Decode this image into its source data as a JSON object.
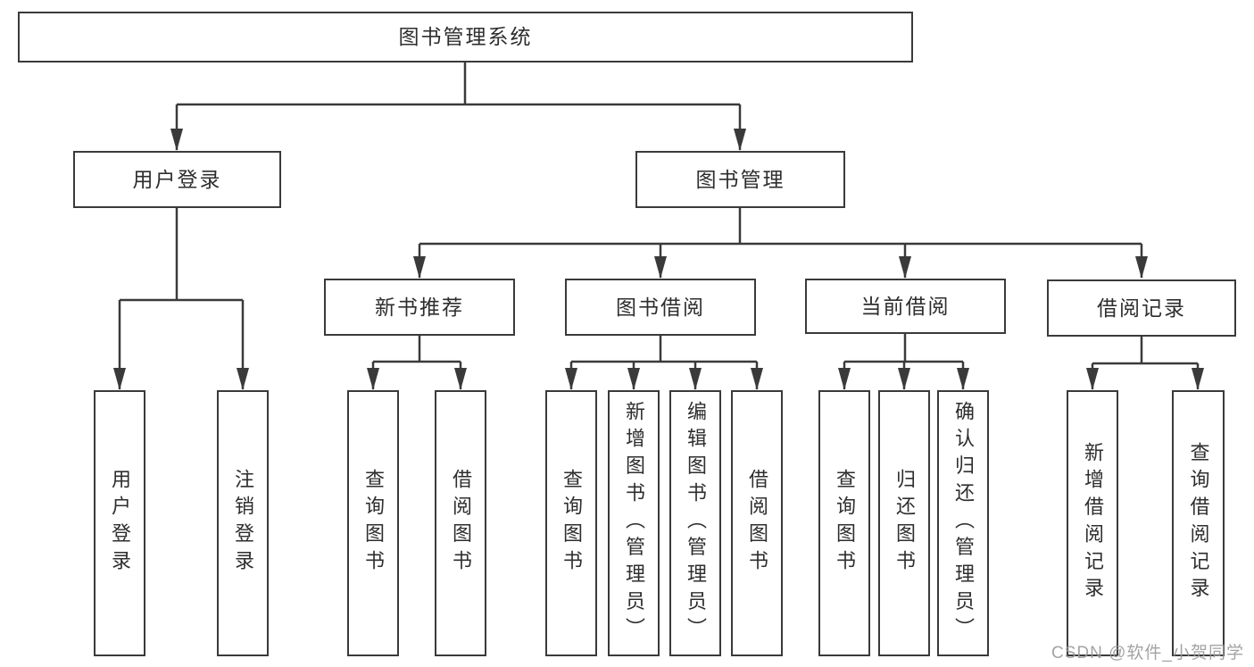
{
  "diagram": {
    "type": "hierarchy-tree",
    "tree": {
      "root": {
        "label": "图书管理系统"
      },
      "branches": [
        {
          "label": "用户登录",
          "children": [
            {
              "label": "用户登录"
            },
            {
              "label": "注销登录"
            }
          ]
        },
        {
          "label": "图书管理",
          "children": [
            {
              "label": "新书推荐",
              "children": [
                {
                  "label": "查询图书"
                },
                {
                  "label": "借阅图书"
                }
              ]
            },
            {
              "label": "图书借阅",
              "children": [
                {
                  "label": "查询图书"
                },
                {
                  "label": "新增图书（管理员）"
                },
                {
                  "label": "编辑图书（管理员）"
                },
                {
                  "label": "借阅图书"
                }
              ]
            },
            {
              "label": "当前借阅",
              "children": [
                {
                  "label": "查询图书"
                },
                {
                  "label": "归还图书"
                },
                {
                  "label": "确认归还（管理员）"
                }
              ]
            },
            {
              "label": "借阅记录",
              "children": [
                {
                  "label": "新增借阅记录"
                },
                {
                  "label": "查询借阅记录"
                }
              ]
            }
          ]
        }
      ]
    },
    "colors": {
      "background": "#ffffff",
      "line": "#3a3a3a",
      "box_border": "#3a3a3a",
      "text": "#2e2e2e",
      "watermark": "#9a9a9a"
    }
  },
  "watermark": {
    "text": "CSDN @软件_小贺同学"
  }
}
